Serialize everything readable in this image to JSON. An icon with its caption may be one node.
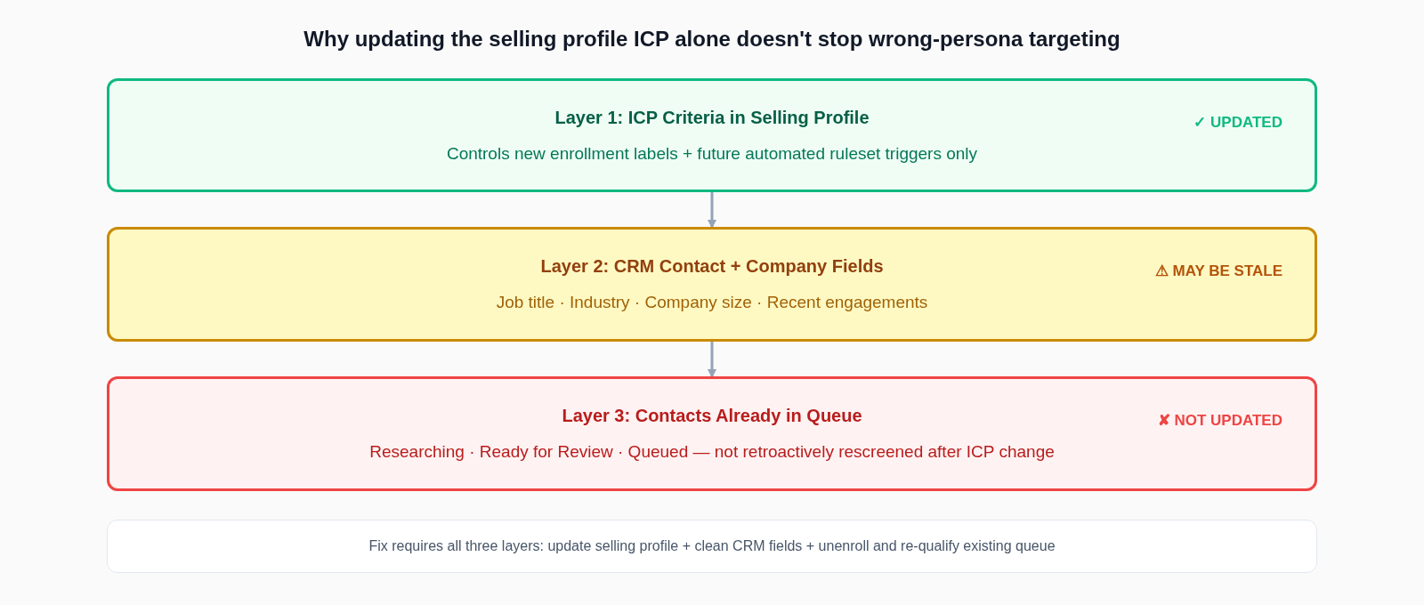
{
  "diagram": {
    "title": "Why updating the selling profile ICP alone doesn't stop wrong-persona targeting",
    "nodes": [
      {
        "text": [
          "Layer 1: ICP Criteria in Selling Profile",
          "Controls new enrollment labels + future automated ruleset triggers only",
          "✓ UPDATED"
        ]
      },
      {
        "text": [
          "Layer 2: CRM Contact + Company Fields",
          "Job title · Industry · Company size · Recent engagements",
          "⚠ MAY BE STALE"
        ]
      },
      {
        "text": [
          "Layer 3: Contacts Already in Queue",
          "Researching · Ready for Review · Queued — not retroactively rescreened after ICP change",
          "✘ NOT UPDATED"
        ]
      },
      {
        "text": [
          "Fix requires all three layers: update selling profile + clean CRM fields + unenroll and re-qualify existing queue"
        ]
      }
    ],
    "edges": [
      {
        "from": 0,
        "to": 1,
        "arrow": "to"
      },
      {
        "from": 1,
        "to": 2,
        "arrow": "to"
      }
    ]
  }
}
